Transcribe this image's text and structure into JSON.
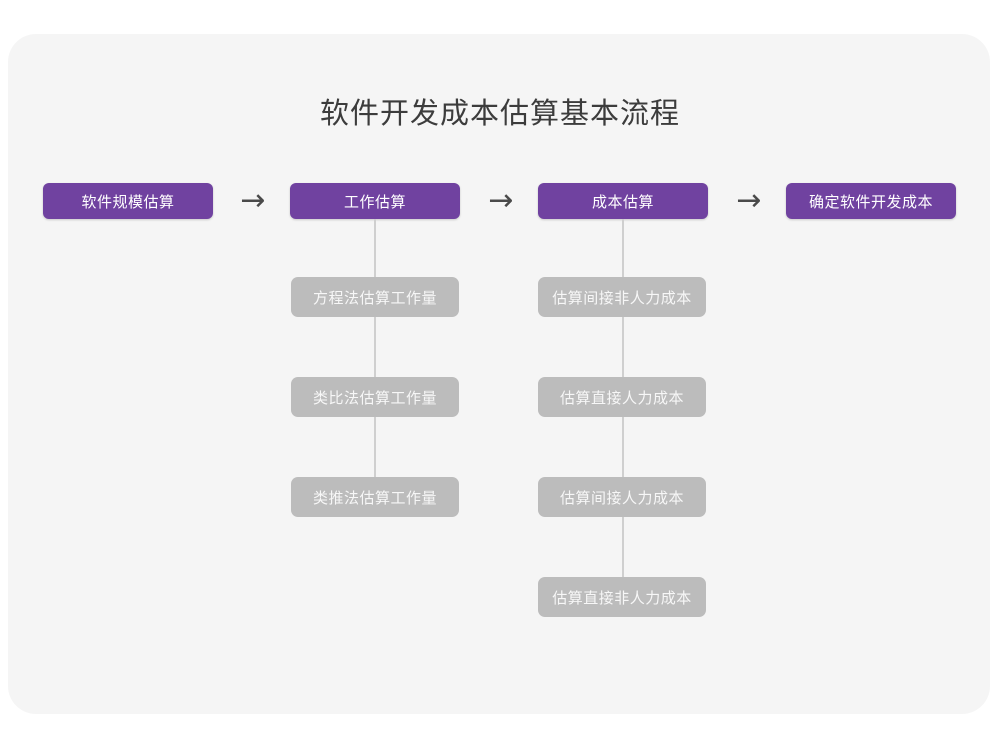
{
  "page": {
    "title": "软件开发成本估算基本流程",
    "background_color": "#ffffff",
    "card_color": "#f5f5f5"
  },
  "colors": {
    "primary": "#7042a0",
    "secondary": "#bcbcbc",
    "connector": "#cfcfcf",
    "title_text": "#3c3c3c",
    "arrow": "#4a4a4a"
  },
  "flow": {
    "arrow_glyph": "→",
    "stages": [
      {
        "id": "stage-1",
        "label": "软件规模估算",
        "substeps": []
      },
      {
        "id": "stage-2",
        "label": "工作估算",
        "substeps": [
          "方程法估算工作量",
          "类比法估算工作量",
          "类推法估算工作量"
        ]
      },
      {
        "id": "stage-3",
        "label": "成本估算",
        "substeps": [
          "估算间接非人力成本",
          "估算直接人力成本",
          "估算间接人力成本",
          "估算直接非人力成本"
        ]
      },
      {
        "id": "stage-4",
        "label": "确定软件开发成本",
        "substeps": []
      }
    ],
    "arrows": [
      "→",
      "→",
      "→"
    ]
  }
}
